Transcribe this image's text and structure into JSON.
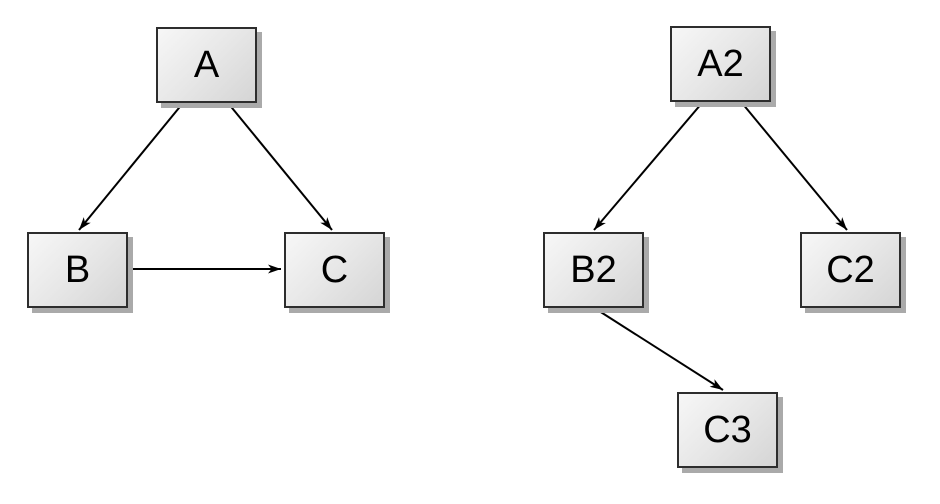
{
  "left_graph": {
    "nodes": [
      {
        "id": "A",
        "label": "A"
      },
      {
        "id": "B",
        "label": "B"
      },
      {
        "id": "C",
        "label": "C"
      }
    ],
    "edges": [
      {
        "from": "A",
        "to": "B"
      },
      {
        "from": "A",
        "to": "C"
      },
      {
        "from": "B",
        "to": "C"
      }
    ]
  },
  "right_graph": {
    "nodes": [
      {
        "id": "A2",
        "label": "A2"
      },
      {
        "id": "B2",
        "label": "B2"
      },
      {
        "id": "C2",
        "label": "C2"
      },
      {
        "id": "C3",
        "label": "C3"
      }
    ],
    "edges": [
      {
        "from": "A2",
        "to": "B2"
      },
      {
        "from": "A2",
        "to": "C2"
      },
      {
        "from": "B2",
        "to": "C3"
      }
    ]
  },
  "colors": {
    "background": "#ffffff",
    "node_fill_light": "#f7f7f7",
    "node_fill_dark": "#d5d5d5",
    "node_border": "#2d2d2d",
    "node_shadow": "#aaaaaa",
    "edge": "#000000",
    "label_text": "#000000"
  }
}
